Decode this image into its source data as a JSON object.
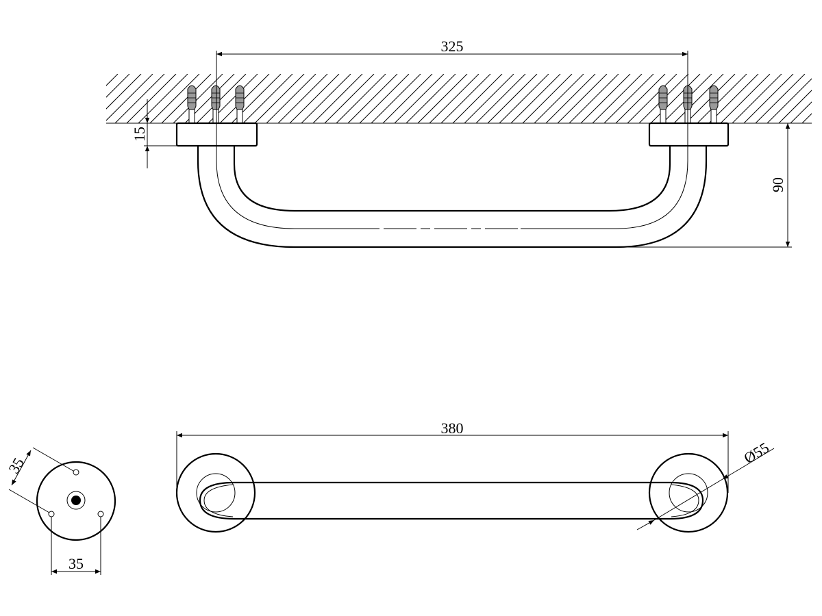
{
  "drawing": {
    "top_view": {
      "dim_center_distance": "325",
      "dim_flange_height": "15",
      "dim_projection": "90"
    },
    "front_view": {
      "dim_overall_length": "380",
      "dim_flange_diameter": "Ø55"
    },
    "side_view": {
      "dim_hole_spacing_diagonal": "35",
      "dim_hole_spacing_horizontal": "35"
    },
    "colors": {
      "line": "#000000",
      "anchor": "#9a9a9a"
    }
  }
}
